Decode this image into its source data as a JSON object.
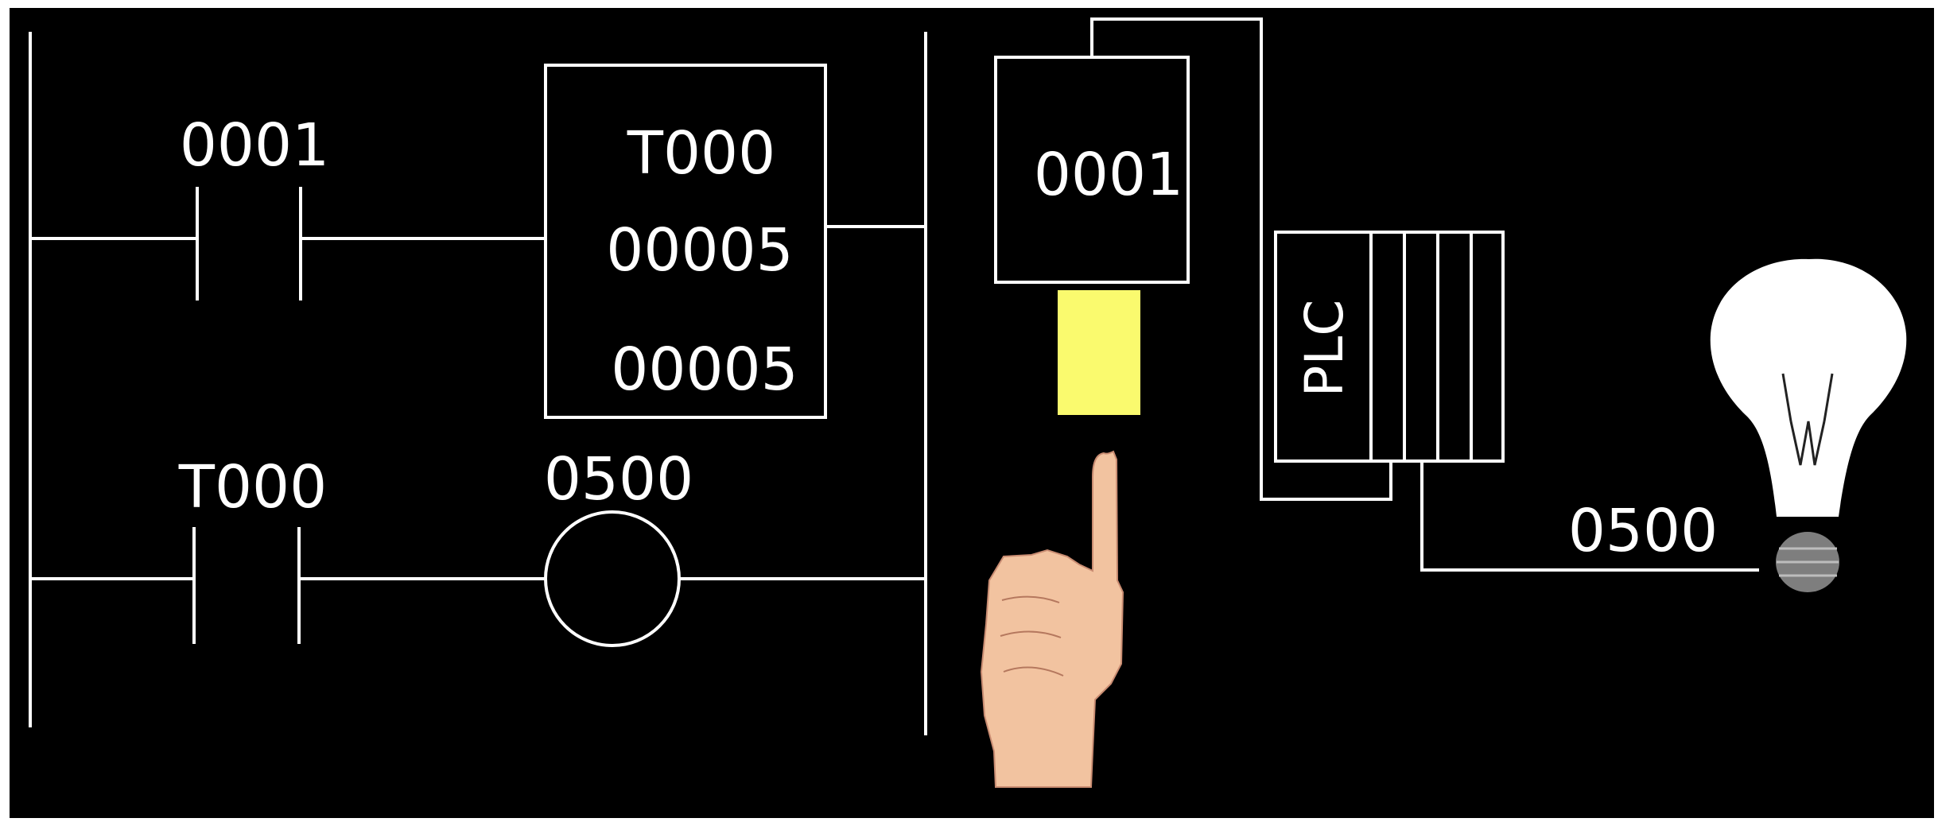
{
  "ladder": {
    "rung1": {
      "contact_label": "0001",
      "timer": {
        "name": "T000",
        "preset": "00005",
        "accumulated": "00005"
      }
    },
    "rung2": {
      "contact_label": "T000",
      "coil_label": "0500"
    }
  },
  "field": {
    "switch_label": "0001",
    "plc_label": "PLC",
    "lamp_label": "0500"
  },
  "colors": {
    "background": "#000000",
    "line": "#ffffff",
    "button": "#fafa6e",
    "skin": "#f2c3a0"
  }
}
